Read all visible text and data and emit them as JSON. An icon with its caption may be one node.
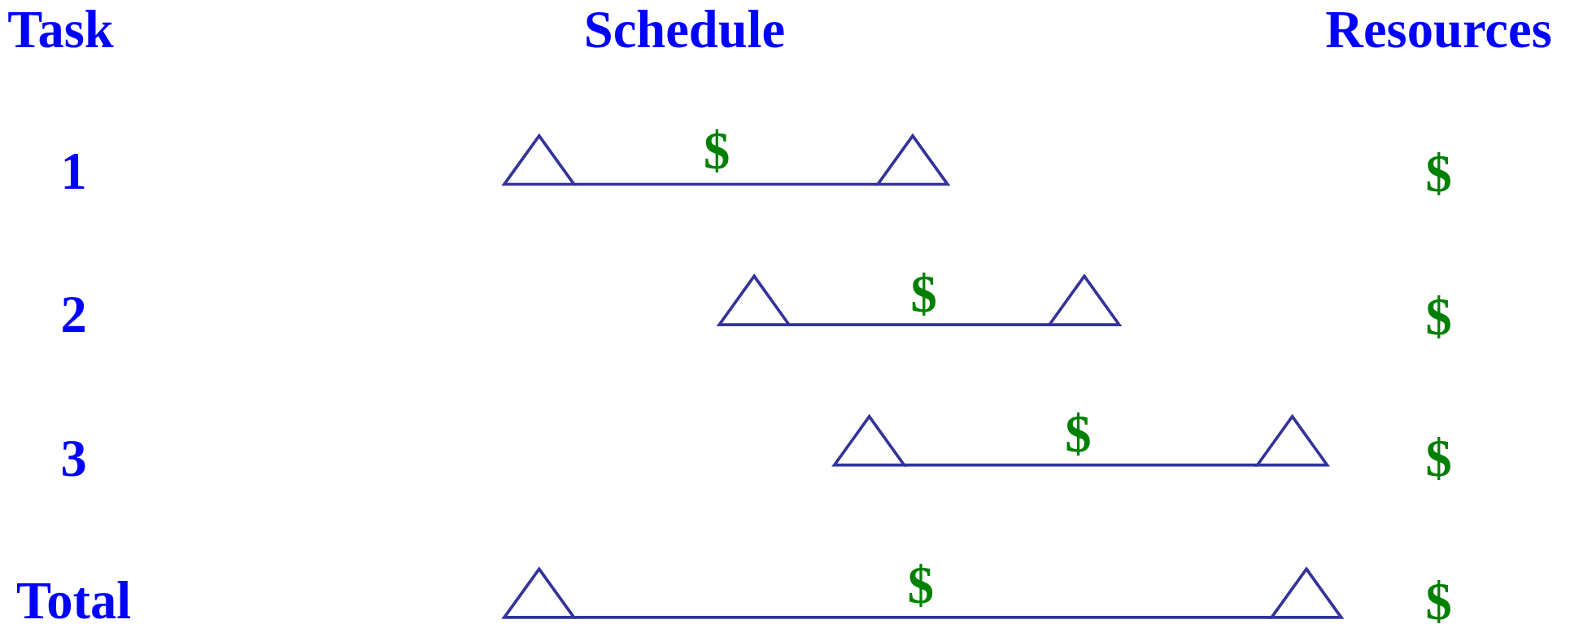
{
  "diagram": {
    "nodes": [
      {
        "text": [],
        "shape": "triangle"
      },
      {
        "text": [],
        "shape": "triangle"
      },
      {
        "text": [],
        "shape": "triangle"
      },
      {
        "text": [],
        "shape": "triangle"
      },
      {
        "text": [],
        "shape": "triangle"
      },
      {
        "text": [],
        "shape": "triangle"
      },
      {
        "text": [],
        "shape": "triangle"
      },
      {
        "text": [],
        "shape": "triangle"
      }
    ],
    "edges": [
      {
        "from": 0,
        "to": 1,
        "arrow": "none",
        "label": "$"
      },
      {
        "from": 2,
        "to": 3,
        "arrow": "none",
        "label": "$"
      },
      {
        "from": 4,
        "to": 5,
        "arrow": "none",
        "label": "$"
      },
      {
        "from": 6,
        "to": 7,
        "arrow": "none",
        "label": "$"
      }
    ],
    "labels": [
      "Task",
      "Schedule",
      "Resources",
      "1",
      "$",
      "2",
      "$",
      "3",
      "$",
      "Total",
      "$"
    ]
  }
}
